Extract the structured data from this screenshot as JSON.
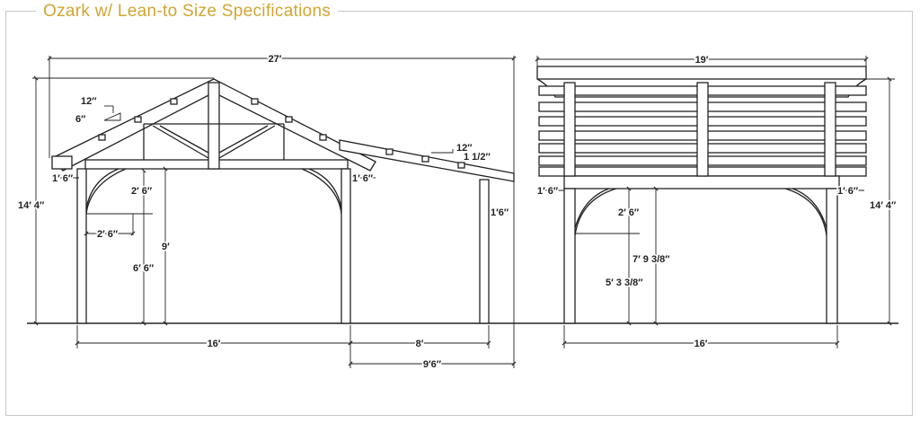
{
  "title": "Ozark w/ Lean-to Size Specifications",
  "side_view": {
    "overall_width": "27′",
    "overall_height": "14′ 4″",
    "pitch_rise": "12″",
    "pitch_run": "6″",
    "overhang_left": "1′ 6″",
    "overhang_mid": "1′ 6″",
    "lean_pitch_rise": "12″",
    "lean_pitch_run": "1 1/2″",
    "lean_overhang": "1′6″",
    "brace_vertical": "2′ 6″",
    "brace_horizontal": "2′ 6″",
    "eave_height": "9′",
    "brace_clearance": "6′ 6″",
    "main_span": "16′",
    "lean_span": "8′",
    "lean_total": "9′6″"
  },
  "end_view": {
    "overall_width": "19′",
    "overall_height": "14′ 4″",
    "overhang_left": "1′ 6″",
    "overhang_right": "1′ 6″",
    "brace_vertical": "2′ 6″",
    "eave_height": "7′ 9 3/8″",
    "brace_clearance": "5′ 3 3/8″",
    "post_span": "16′"
  },
  "colors": {
    "title": "#d2a532",
    "line": "#222222",
    "frame": "#c8c8c8"
  }
}
